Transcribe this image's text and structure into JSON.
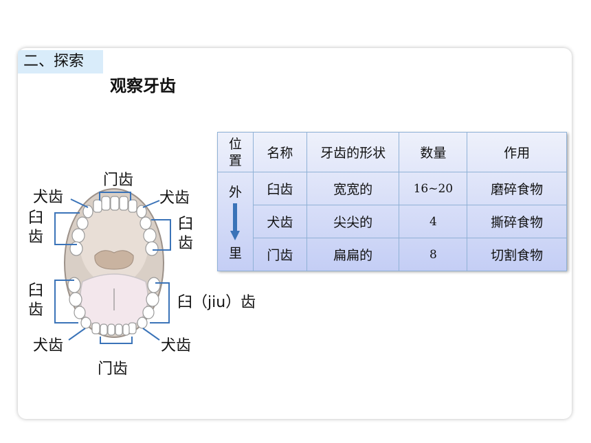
{
  "section_tag": "二、探索",
  "title": "观察牙齿",
  "diagram_labels": {
    "upper_incisor": "门齿",
    "upper_left_canine": "犬齿",
    "upper_right_canine": "犬齿",
    "upper_left_molar": "臼齿",
    "upper_right_molar": "臼齿",
    "lower_left_molar": "臼齿",
    "lower_right_molar": "臼（jiu）齿",
    "lower_left_canine": "犬齿",
    "lower_right_canine": "犬齿",
    "lower_incisor": "门齿"
  },
  "table": {
    "headers": [
      "位置",
      "名称",
      "牙齿的形状",
      "数量",
      "作用"
    ],
    "position_top": "外",
    "position_bottom": "里",
    "rows": [
      [
        "臼齿",
        "宽宽的",
        "16~20",
        "磨碎食物"
      ],
      [
        "犬齿",
        "尖尖的",
        "4",
        "撕碎食物"
      ],
      [
        "门齿",
        "扁扁的",
        "8",
        "切割食物"
      ]
    ]
  },
  "colors": {
    "tag_bg": "#d9ecfa",
    "line_blue": "#3a73b8",
    "table_border": "#8fb1d6"
  }
}
